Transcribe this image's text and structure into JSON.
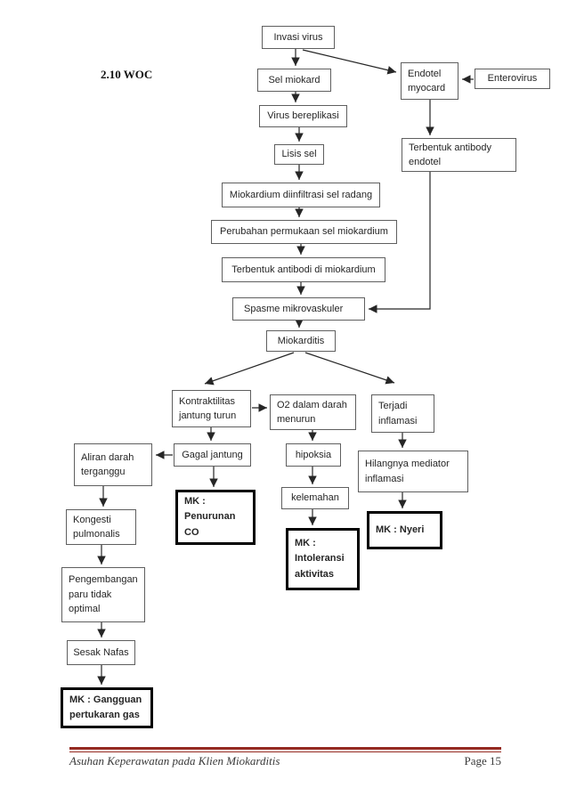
{
  "heading": "2.10 WOC",
  "nodes": {
    "invasi_virus": "Invasi virus",
    "sel_miokard": "Sel miokard",
    "virus_bereplikasi": "Virus bereplikasi",
    "lisis_sel": "Lisis sel",
    "miokardium_diinfiltrasi": "Miokardium diinfiltrasi sel radang",
    "perubahan_permukaan": "Perubahan permukaan sel miokardium",
    "terbentuk_antibodi_miokardium": "Terbentuk antibodi di miokardium",
    "spasme_mikrovaskuler": "Spasme mikrovaskuler",
    "miokarditis": "Miokarditis",
    "endotel_myocard": "Endotel myocard",
    "enterovirus": "Enterovirus",
    "terbentuk_antibody_endotel": "Terbentuk antibody endotel",
    "kontraktilitas": "Kontraktilitas jantung turun",
    "o2_menurun": "O2 dalam darah menurun",
    "terjadi_inflamasi": "Terjadi inflamasi",
    "aliran_darah": "Aliran darah terganggu",
    "gagal_jantung": "Gagal jantung",
    "hipoksia": "hipoksia",
    "hilangnya_mediator": "Hilangnya mediator inflamasi",
    "mk_penurunan_co": "MK : Penurunan CO",
    "kelemahan": "kelemahan",
    "mk_nyeri": "MK : Nyeri",
    "kongesti_pulmonalis": "Kongesti pulmonalis",
    "mk_intoleransi": "MK : Intoleransi aktivitas",
    "pengembangan_paru": "Pengembangan paru tidak optimal",
    "sesak_nafas": "Sesak Nafas",
    "mk_gangguan": "MK : Gangguan pertukaran gas"
  },
  "footer": {
    "document_title": "Asuhan Keperawatan pada Klien Miokarditis",
    "page_number": "Page 15"
  },
  "colors": {
    "footer_line": "#952b22",
    "box_border": "#5f5f5f",
    "mk_box_border": "#000000",
    "text": "#262626",
    "arrow": "#262626"
  }
}
